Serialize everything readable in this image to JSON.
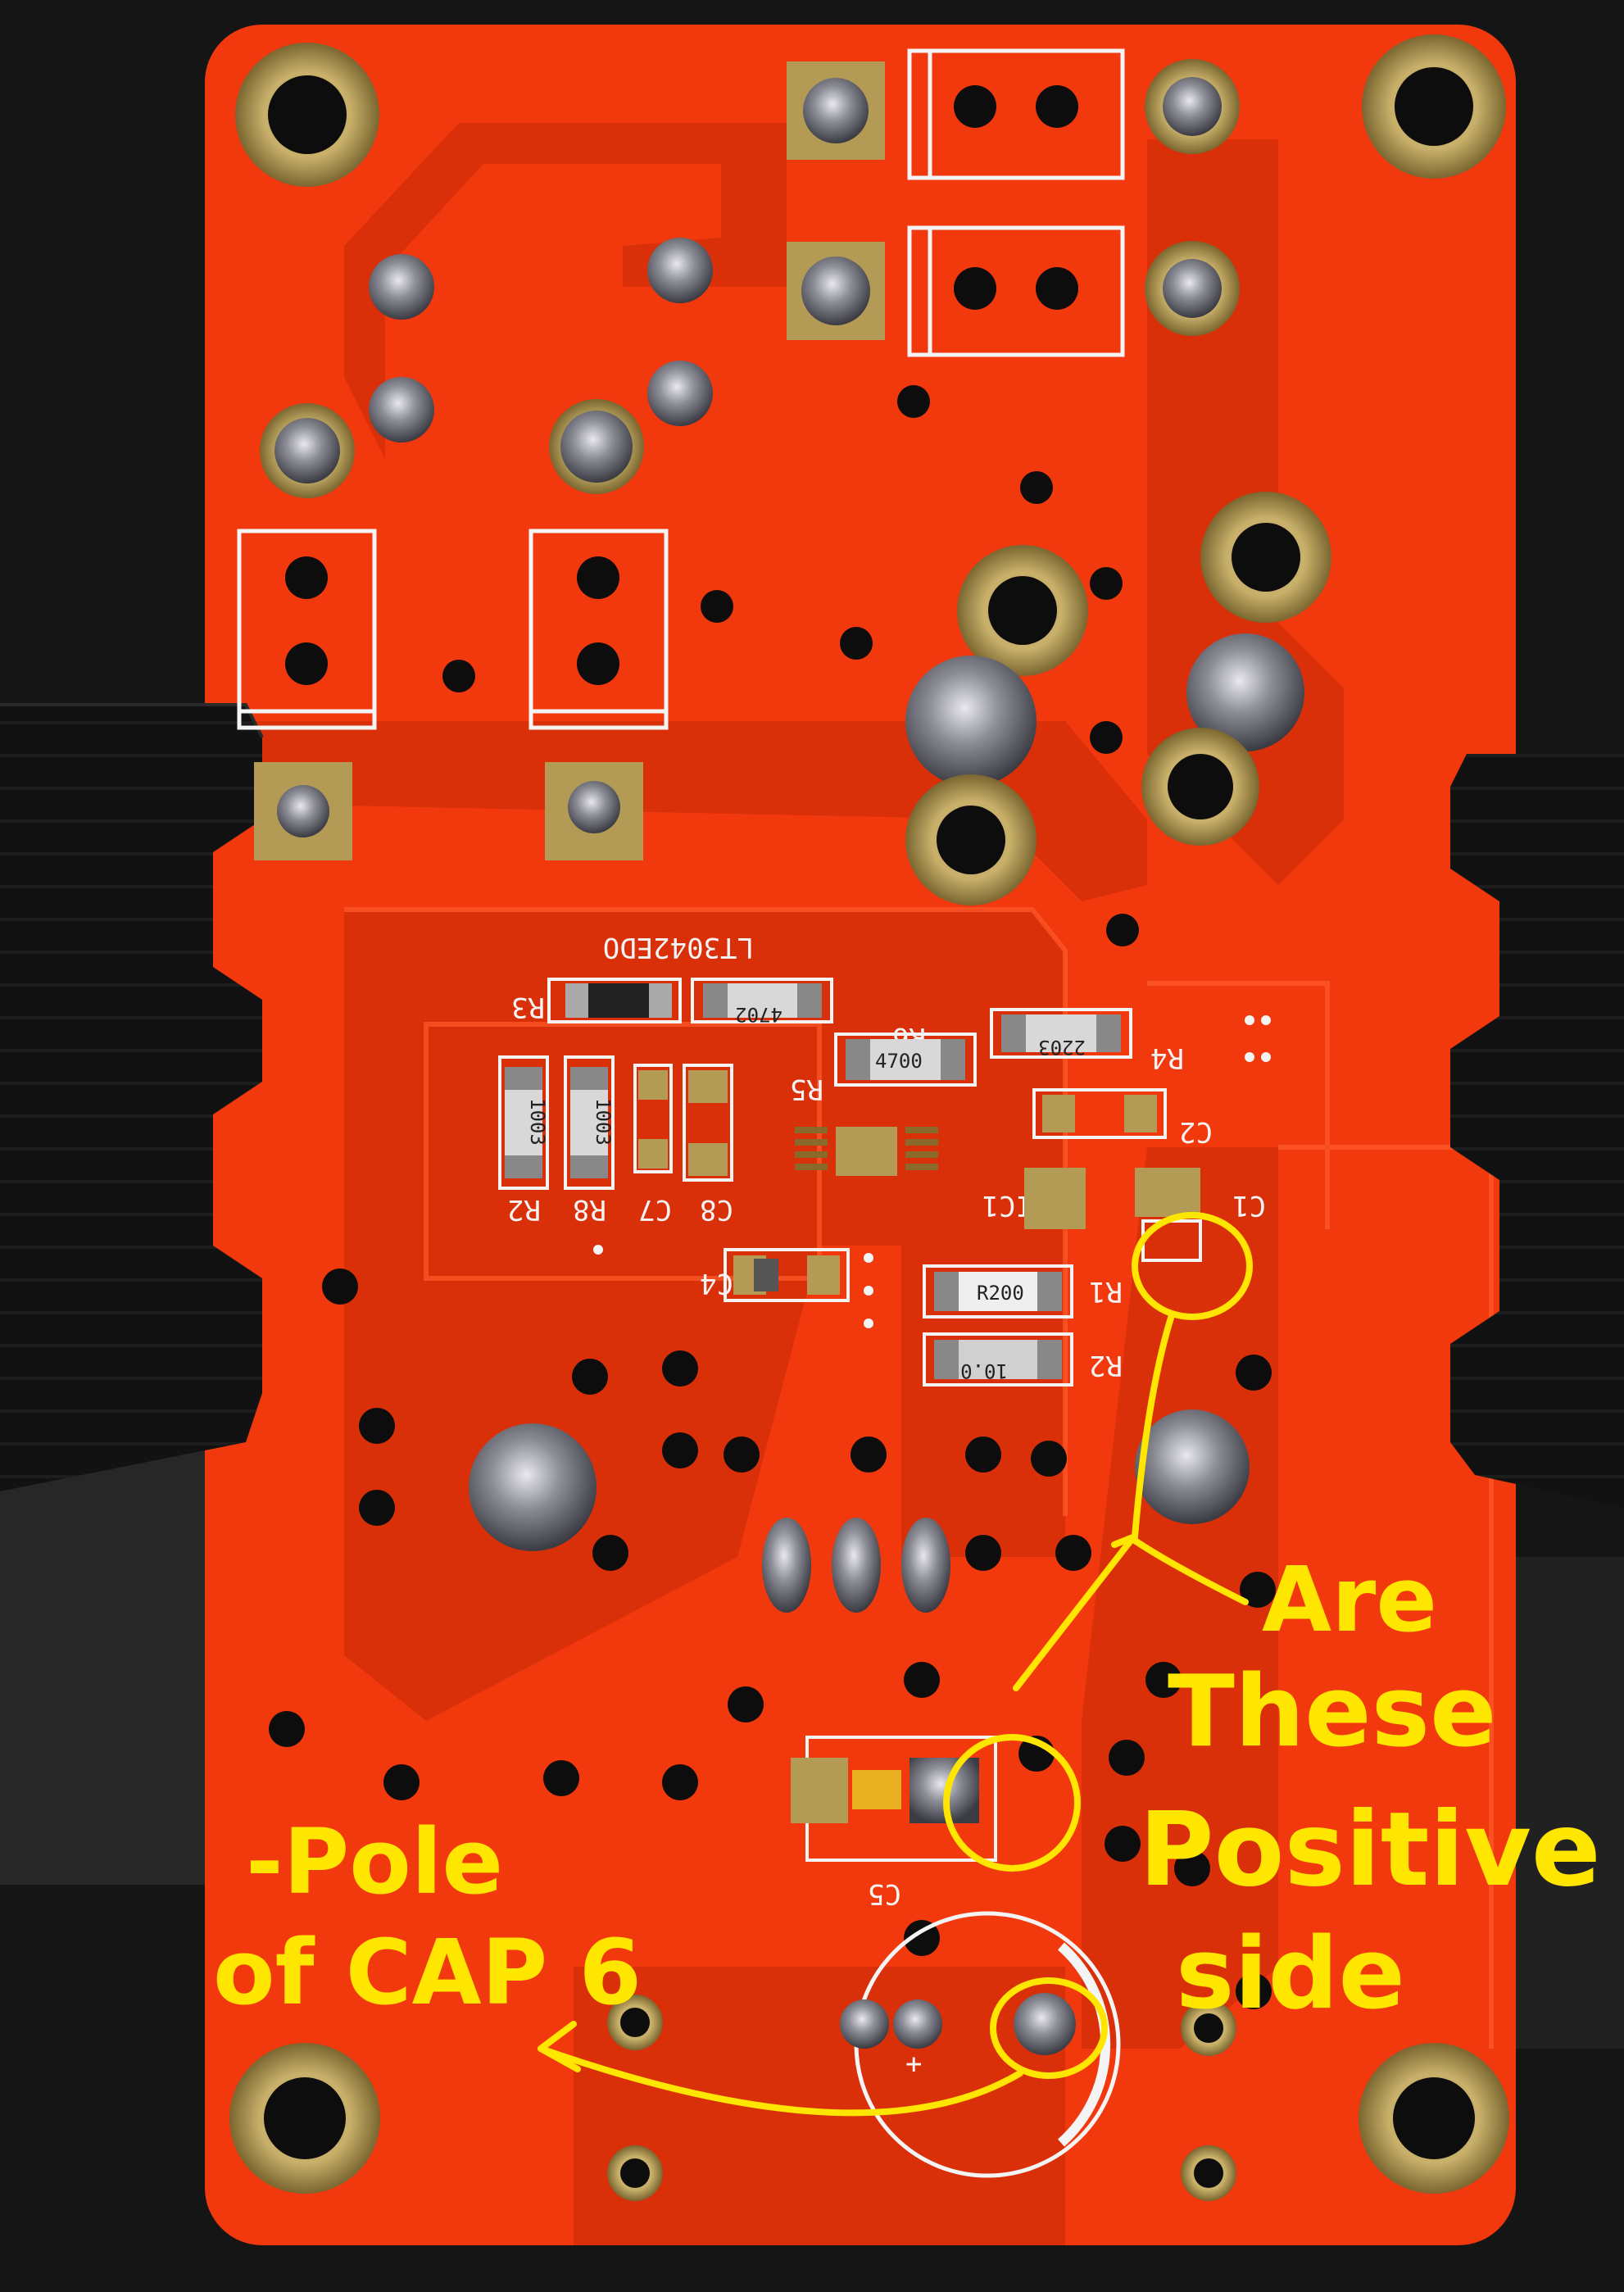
{
  "board": {
    "title_silk": "LT3042EDO",
    "ref_labels": [
      "R3",
      "R5",
      "R6",
      "R4",
      "R2",
      "R8",
      "C7",
      "C8",
      "C4",
      "C2",
      "C1",
      "IC1",
      "R1",
      "R2",
      "C5"
    ],
    "resistor_codes": {
      "r5": "4702",
      "r6": "4700",
      "r4": "2203",
      "r1": "R200",
      "r2": "10.0",
      "r2_left": "1003",
      "r8": "1003"
    },
    "colors": {
      "pcb": "#f2390e",
      "pcb_dark": "#c62a06",
      "pad_gold": "#b39a55",
      "solder": "#8a8a94",
      "heatsink": "#141414",
      "annotation": "#ffe600"
    }
  },
  "annotations": {
    "question_words": [
      "Are",
      "These",
      "Positive",
      "side"
    ],
    "note_line1": "-Pole",
    "note_line2": "of CAP 6"
  }
}
